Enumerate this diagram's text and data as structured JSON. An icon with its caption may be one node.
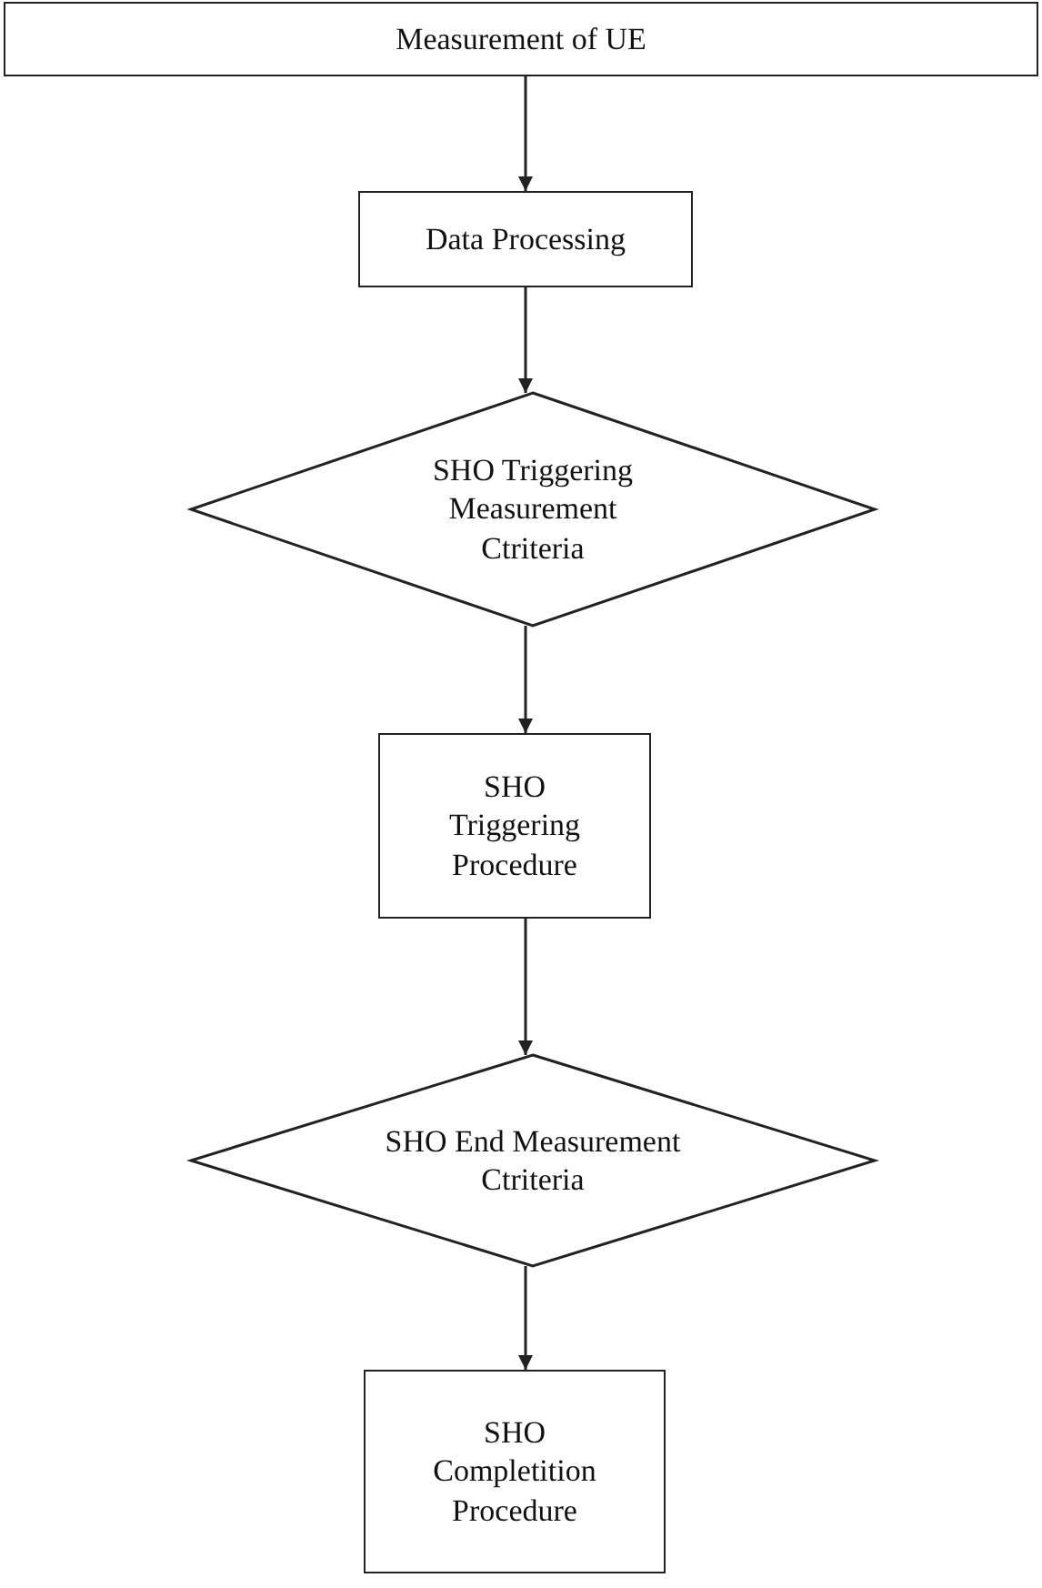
{
  "diagram": {
    "nodes": [
      {
        "text": [
          "Measurement of UE"
        ]
      },
      {
        "text": [
          "Data Processing"
        ]
      },
      {
        "text": [
          "SHO Triggering Measurement Ctriteria"
        ]
      },
      {
        "text": [
          "SHO Triggering Procedure"
        ]
      },
      {
        "text": [
          "SHO End Measurement Ctriteria"
        ]
      },
      {
        "text": [
          "SHO Completition Procedure"
        ]
      }
    ],
    "edges": [
      {
        "from": 0,
        "to": 1,
        "arrow": "to"
      },
      {
        "from": 1,
        "to": 2,
        "arrow": "to"
      },
      {
        "from": 2,
        "to": 3,
        "arrow": "to"
      },
      {
        "from": 3,
        "to": 4,
        "arrow": "to"
      },
      {
        "from": 4,
        "to": 5,
        "arrow": "to"
      }
    ]
  }
}
